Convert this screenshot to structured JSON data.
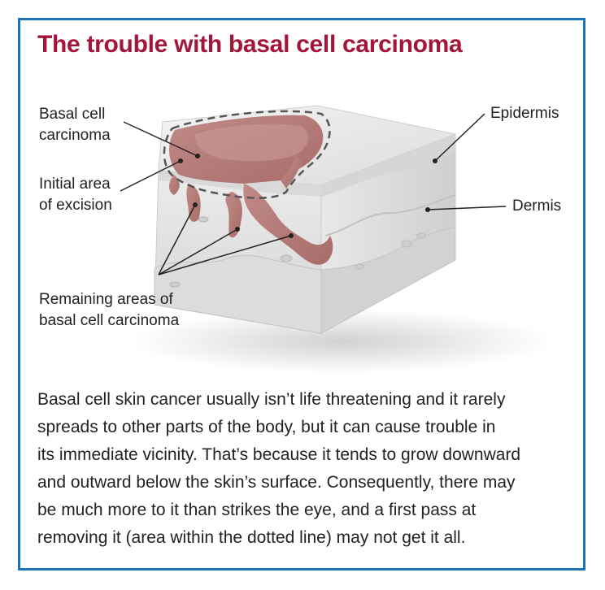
{
  "title": "The trouble with basal cell carcinoma",
  "labels": {
    "bcc": [
      "Basal cell",
      "carcinoma"
    ],
    "excision": [
      "Initial area",
      "of excision"
    ],
    "remaining": [
      "Remaining areas of",
      "basal cell carcinoma"
    ],
    "epidermis": "Epidermis",
    "dermis": "Dermis"
  },
  "caption_lines": [
    "Basal cell skin cancer usually isn’t life threatening and it rarely",
    "spreads to other parts of the body, but it can cause trouble in",
    "its immediate vicinity. That’s because it tends to grow downward",
    "and outward below the skin’s surface. Consequently, there may",
    "be much more to it than strikes the eye, and a first pass at",
    "removing it (area within the dotted line) may not get it all."
  ],
  "colors": {
    "frame": "#1a73b8",
    "title": "#a3163a",
    "tumor": "#b57b79",
    "skin": "#e6e6e6"
  }
}
